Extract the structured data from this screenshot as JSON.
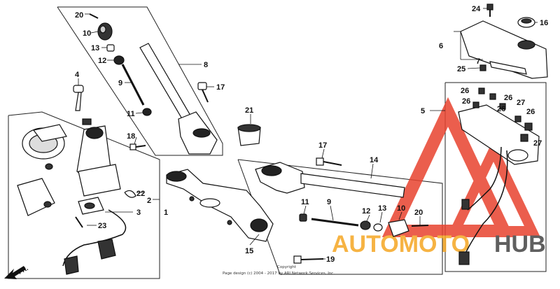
{
  "diagram": {
    "part_labels": {
      "p1": "1",
      "p2": "2",
      "p3": "3",
      "p4": "4",
      "p5": "5",
      "p6": "6",
      "p7": "7",
      "p8": "8",
      "p9": "9",
      "p10_top": "10",
      "p10_bottom": "10",
      "p11_top": "11",
      "p11_bottom": "11",
      "p12_top": "12",
      "p12_bottom": "12",
      "p13_top": "13",
      "p13_bottom": "13",
      "p14": "14",
      "p15": "15",
      "p16": "16",
      "p17_top": "17",
      "p17_bottom": "17",
      "p18": "18",
      "p19": "19",
      "p20_top": "20",
      "p20_bottom": "20",
      "p21": "21",
      "p22": "22",
      "p23": "23",
      "p24": "24",
      "p25": "25",
      "p26_a": "26",
      "p26_b": "26",
      "p26_c": "26",
      "p26_d": "26",
      "p26_e": "26",
      "p27_a": "27",
      "p27_b": "27"
    },
    "direction_marker": "FR.",
    "copyright_line1": "Copyright",
    "copyright_line2": "Page design (c) 2004 - 2017 by ARI Network Services, Inc."
  },
  "watermark": {
    "text_part1": "AUTOMOTO",
    "text_part2": "HUB",
    "color_primary": "#e8432f",
    "color_secondary": "#f5a623",
    "color_tertiary": "#444444"
  }
}
